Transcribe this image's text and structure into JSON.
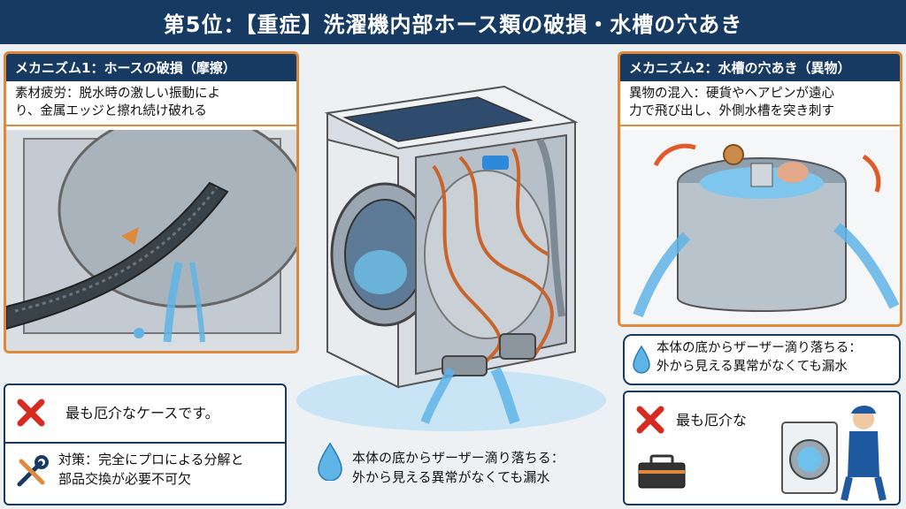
{
  "title": "第5位：【重症】洗濯機内部ホース類の破損・水槽の穴あき",
  "left_panel": {
    "title": "メカニズム1：ホースの破損（摩擦）",
    "desc_line1": "素材疲労：脱水時の激しい振動によ",
    "desc_line2": "り、金属エッジと擦れ続け破れる"
  },
  "right_panel": {
    "title": "メカニズム2：水槽の穴あき（異物）",
    "desc_line1": "異物の混入：硬貨やヘアピンが遠心",
    "desc_line2": "力で飛び出し、外側水槽を突き刺す"
  },
  "bottom_left": {
    "warning": "最も厄介なケースです。",
    "fix_line1": "対策：完全にプロによる分解と",
    "fix_line2": "部品交換が必要不可欠"
  },
  "bottom_center": {
    "line1": "本体の底からザーザー滴り落ちる：",
    "line2": "外から見える異常がなくても漏水"
  },
  "right_callout": {
    "line1": "本体の底からザーザー滴り落ちる：",
    "line2": "外から見える異常がなくても漏水"
  },
  "bottom_right": {
    "warning": "最も厄介な"
  },
  "colors": {
    "navy": "#173a63",
    "orange": "#e0893a",
    "red": "#d62b22",
    "water": "#5fb4e6"
  }
}
